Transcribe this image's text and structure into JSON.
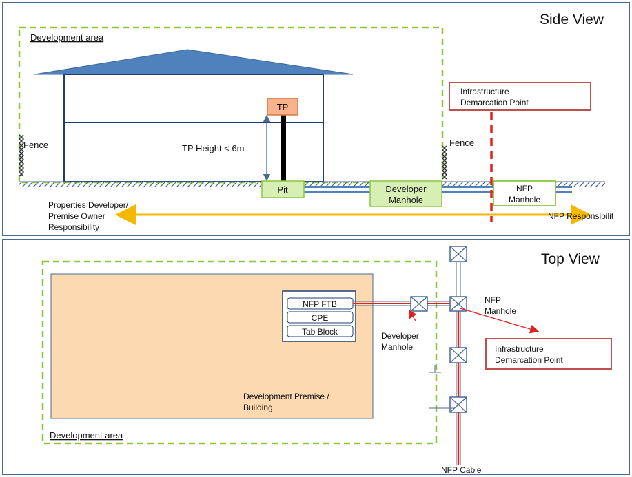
{
  "side_view": {
    "title": "Side View",
    "development_area": "Development area",
    "fence_left": "Fence",
    "fence_right": "Fence",
    "tp": "TP",
    "tp_height": "TP Height < 6m",
    "pit": "Pit",
    "developer_manhole": [
      "Developer",
      "Manhole"
    ],
    "nfp_manhole": [
      "NFP",
      "Manhole"
    ],
    "demarcation": [
      "Infrastructure",
      "Demarcation Point"
    ],
    "owner_responsibility": [
      "Properties Developer/",
      "Premise Owner",
      "Responsibility"
    ],
    "nfp_responsibility": "NFP Responsibilit"
  },
  "top_view": {
    "title": "Top View",
    "development_area": "Development area",
    "nfp_ftb": "NFP FTB",
    "cpe": "CPE",
    "tab_block": "Tab Block",
    "premise": [
      "Development Premise /",
      "Building"
    ],
    "developer_manhole": [
      "Developer",
      "Manhole"
    ],
    "nfp_manhole": [
      "NFP",
      "Manhole"
    ],
    "demarcation": [
      "Infrastructure",
      "Demarcation Point"
    ],
    "nfp_cable": "NFP Cable"
  },
  "colors": {
    "panel_border": "#4a6a93",
    "dashed_green": "#8dc63f",
    "roof": "#4f81bd",
    "tp_box": "#f9b38a",
    "pit_box": "#d7efb5",
    "demarcation_red": "#e0201b",
    "arrow_yellow": "#f5b800",
    "premise_fill": "#fcd9b0"
  }
}
